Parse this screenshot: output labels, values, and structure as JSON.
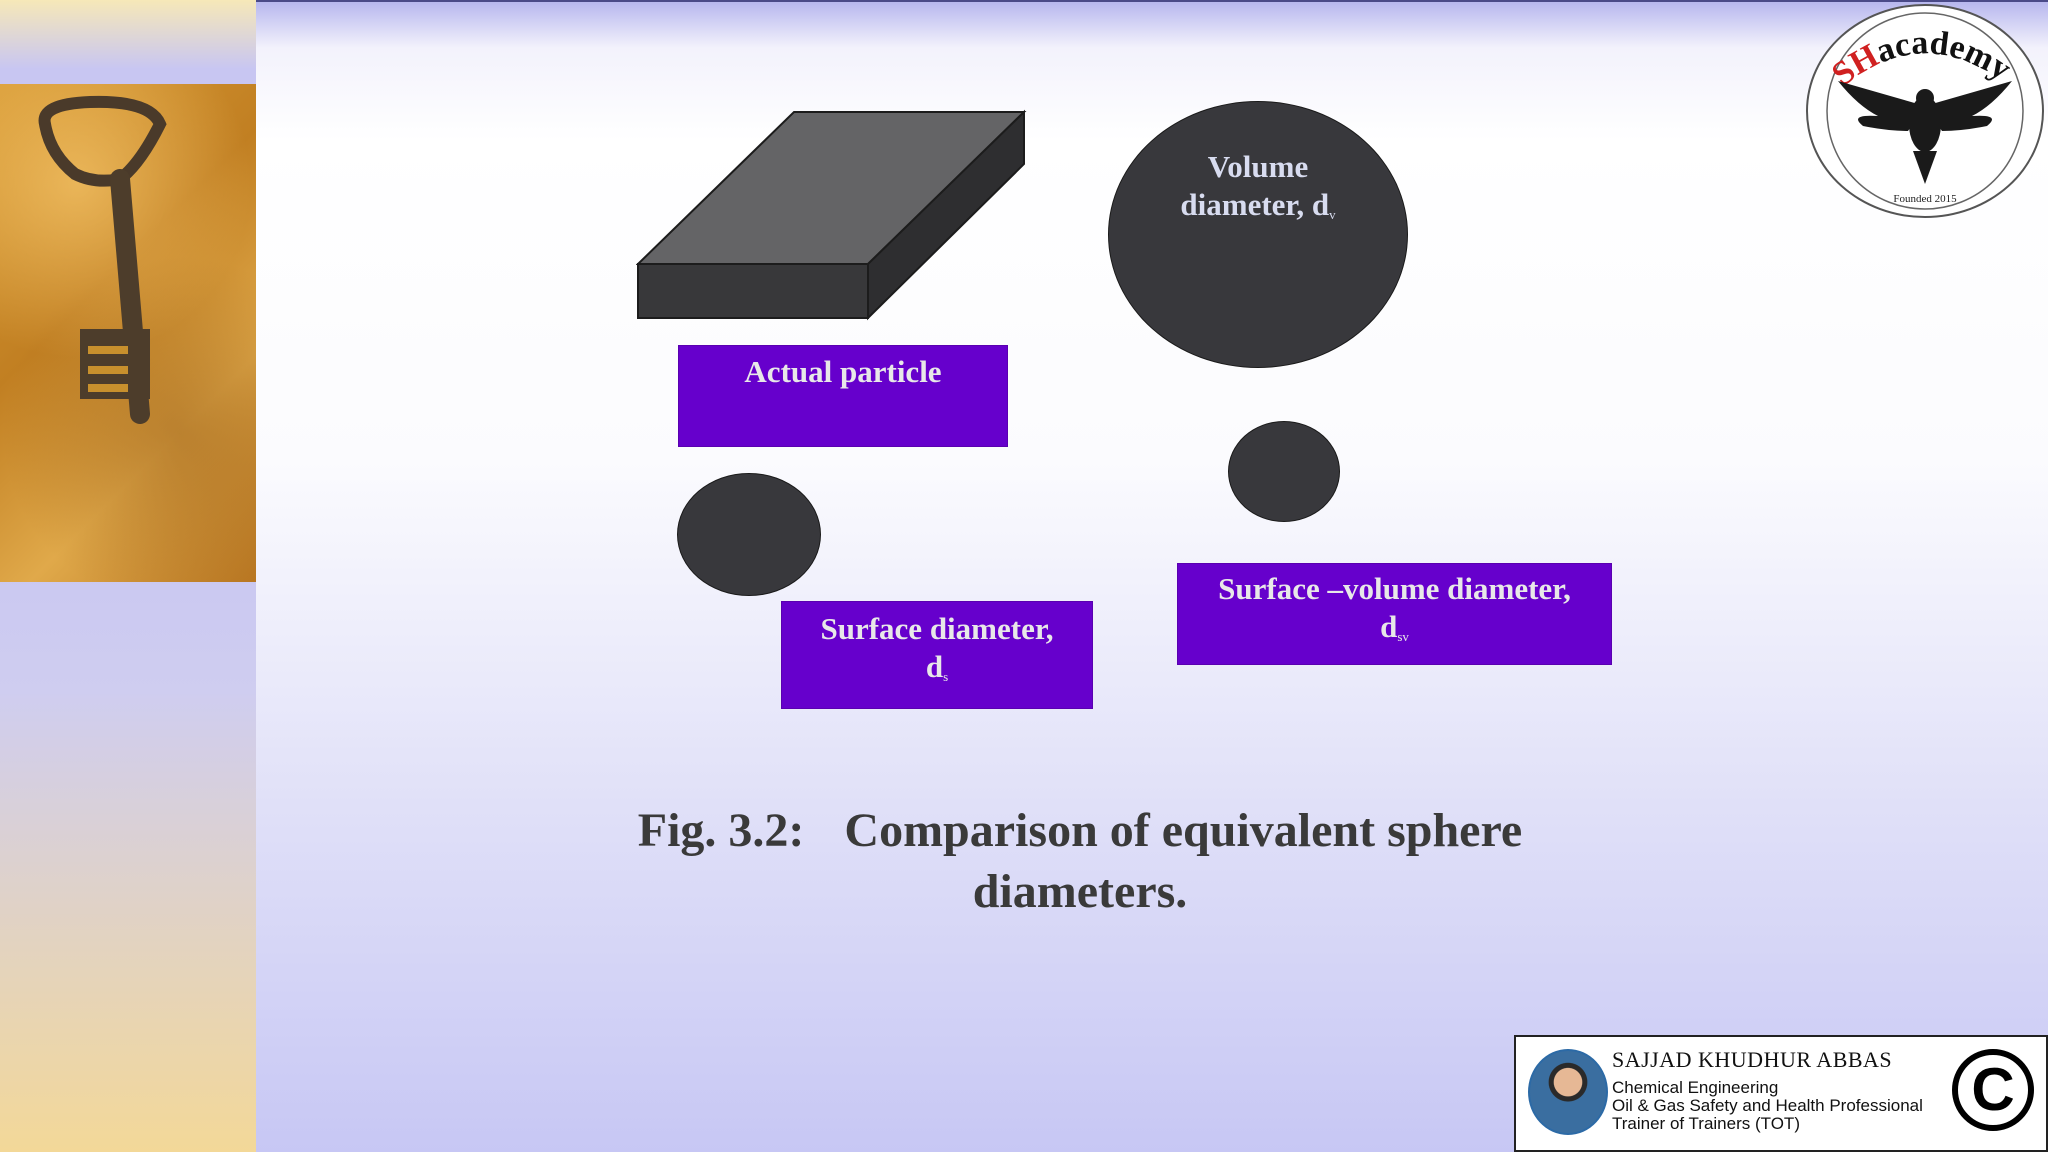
{
  "slide": {
    "labels": {
      "actual_particle": "Actual particle",
      "volume_line1": "Volume",
      "volume_line2": "diameter, d",
      "volume_sub": "v",
      "surface_line1": "Surface diameter,",
      "surface_line2": "d",
      "surface_sub": "s",
      "sv_line1": "Surface –volume diameter,",
      "sv_line2": "d",
      "sv_sub": "sv"
    },
    "caption": {
      "fig": "Fig. 3.2:",
      "line1": "Comparison of equivalent sphere",
      "line2": "diameters."
    }
  },
  "logo": {
    "name": "SHacademy",
    "founded": "Founded 2015"
  },
  "credit": {
    "name": "SAJJAD KHUDHUR ABBAS",
    "line1": "Chemical Engineering",
    "line2": "Oil & Gas Safety and Health Professional",
    "line3": "Trainer of Trainers (TOT)",
    "icon": "copyright-icon"
  },
  "colors": {
    "label_fill": "#6600cc",
    "shape_fill": "#38383c",
    "caption": "#3a3a3a"
  }
}
